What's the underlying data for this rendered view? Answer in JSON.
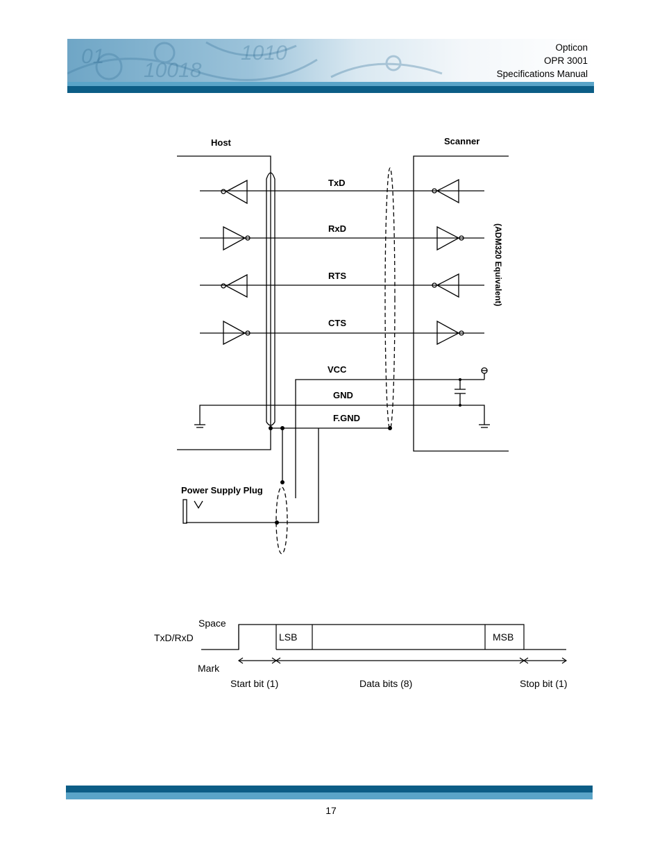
{
  "header": {
    "company": "Opticon",
    "model": "OPR 3001",
    "doc_title": "Specifications Manual",
    "colors": {
      "dark_band": "#0c5d86",
      "light_band": "#5aa4c8",
      "banner_base": "#7eb2cf"
    }
  },
  "schematic": {
    "host_label": "Host",
    "scanner_label": "Scanner",
    "signals": [
      "TxD",
      "RxD",
      "RTS",
      "CTS",
      "VCC",
      "GND",
      "F.GND"
    ],
    "chip_label": "(ADM320 Equivalent)",
    "power_plug_label": "Power Supply Plug"
  },
  "timing": {
    "signal_label": "TxD/RxD",
    "space_label": "Space",
    "mark_label": "Mark",
    "lsb_label": "LSB",
    "msb_label": "MSB",
    "start_label": "Start bit (1)",
    "data_label": "Data bits (8)",
    "stop_label": "Stop bit (1)"
  },
  "footer": {
    "page_number": "17"
  }
}
